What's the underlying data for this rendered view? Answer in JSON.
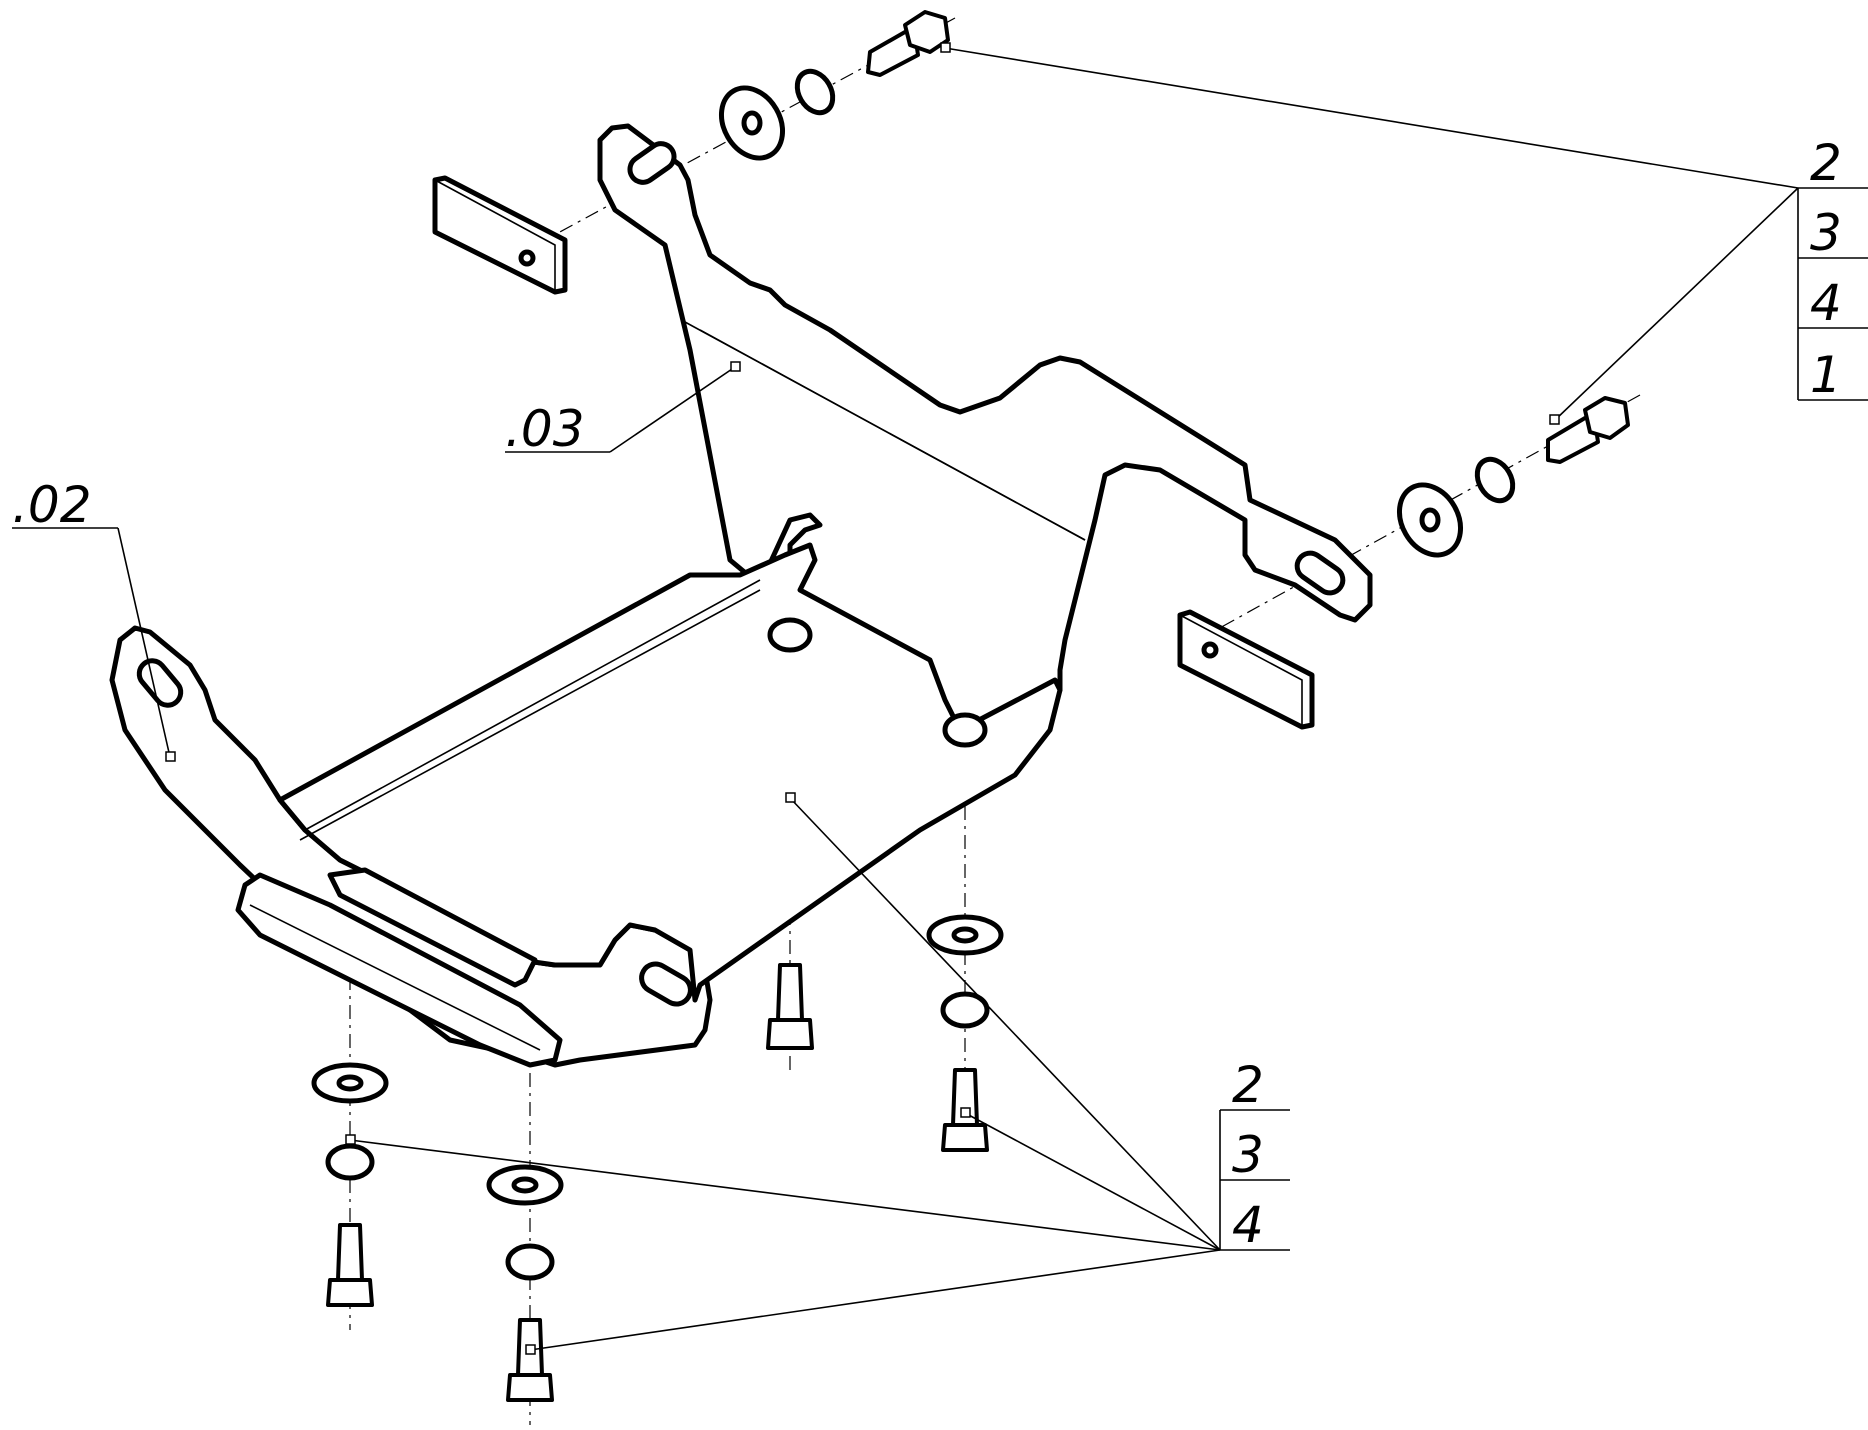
{
  "callouts": {
    "label_03": ".03",
    "label_02": ".02",
    "top_table": [
      "2",
      "3",
      "4",
      "1"
    ],
    "bottom_table": [
      "2",
      "3",
      "4"
    ]
  }
}
